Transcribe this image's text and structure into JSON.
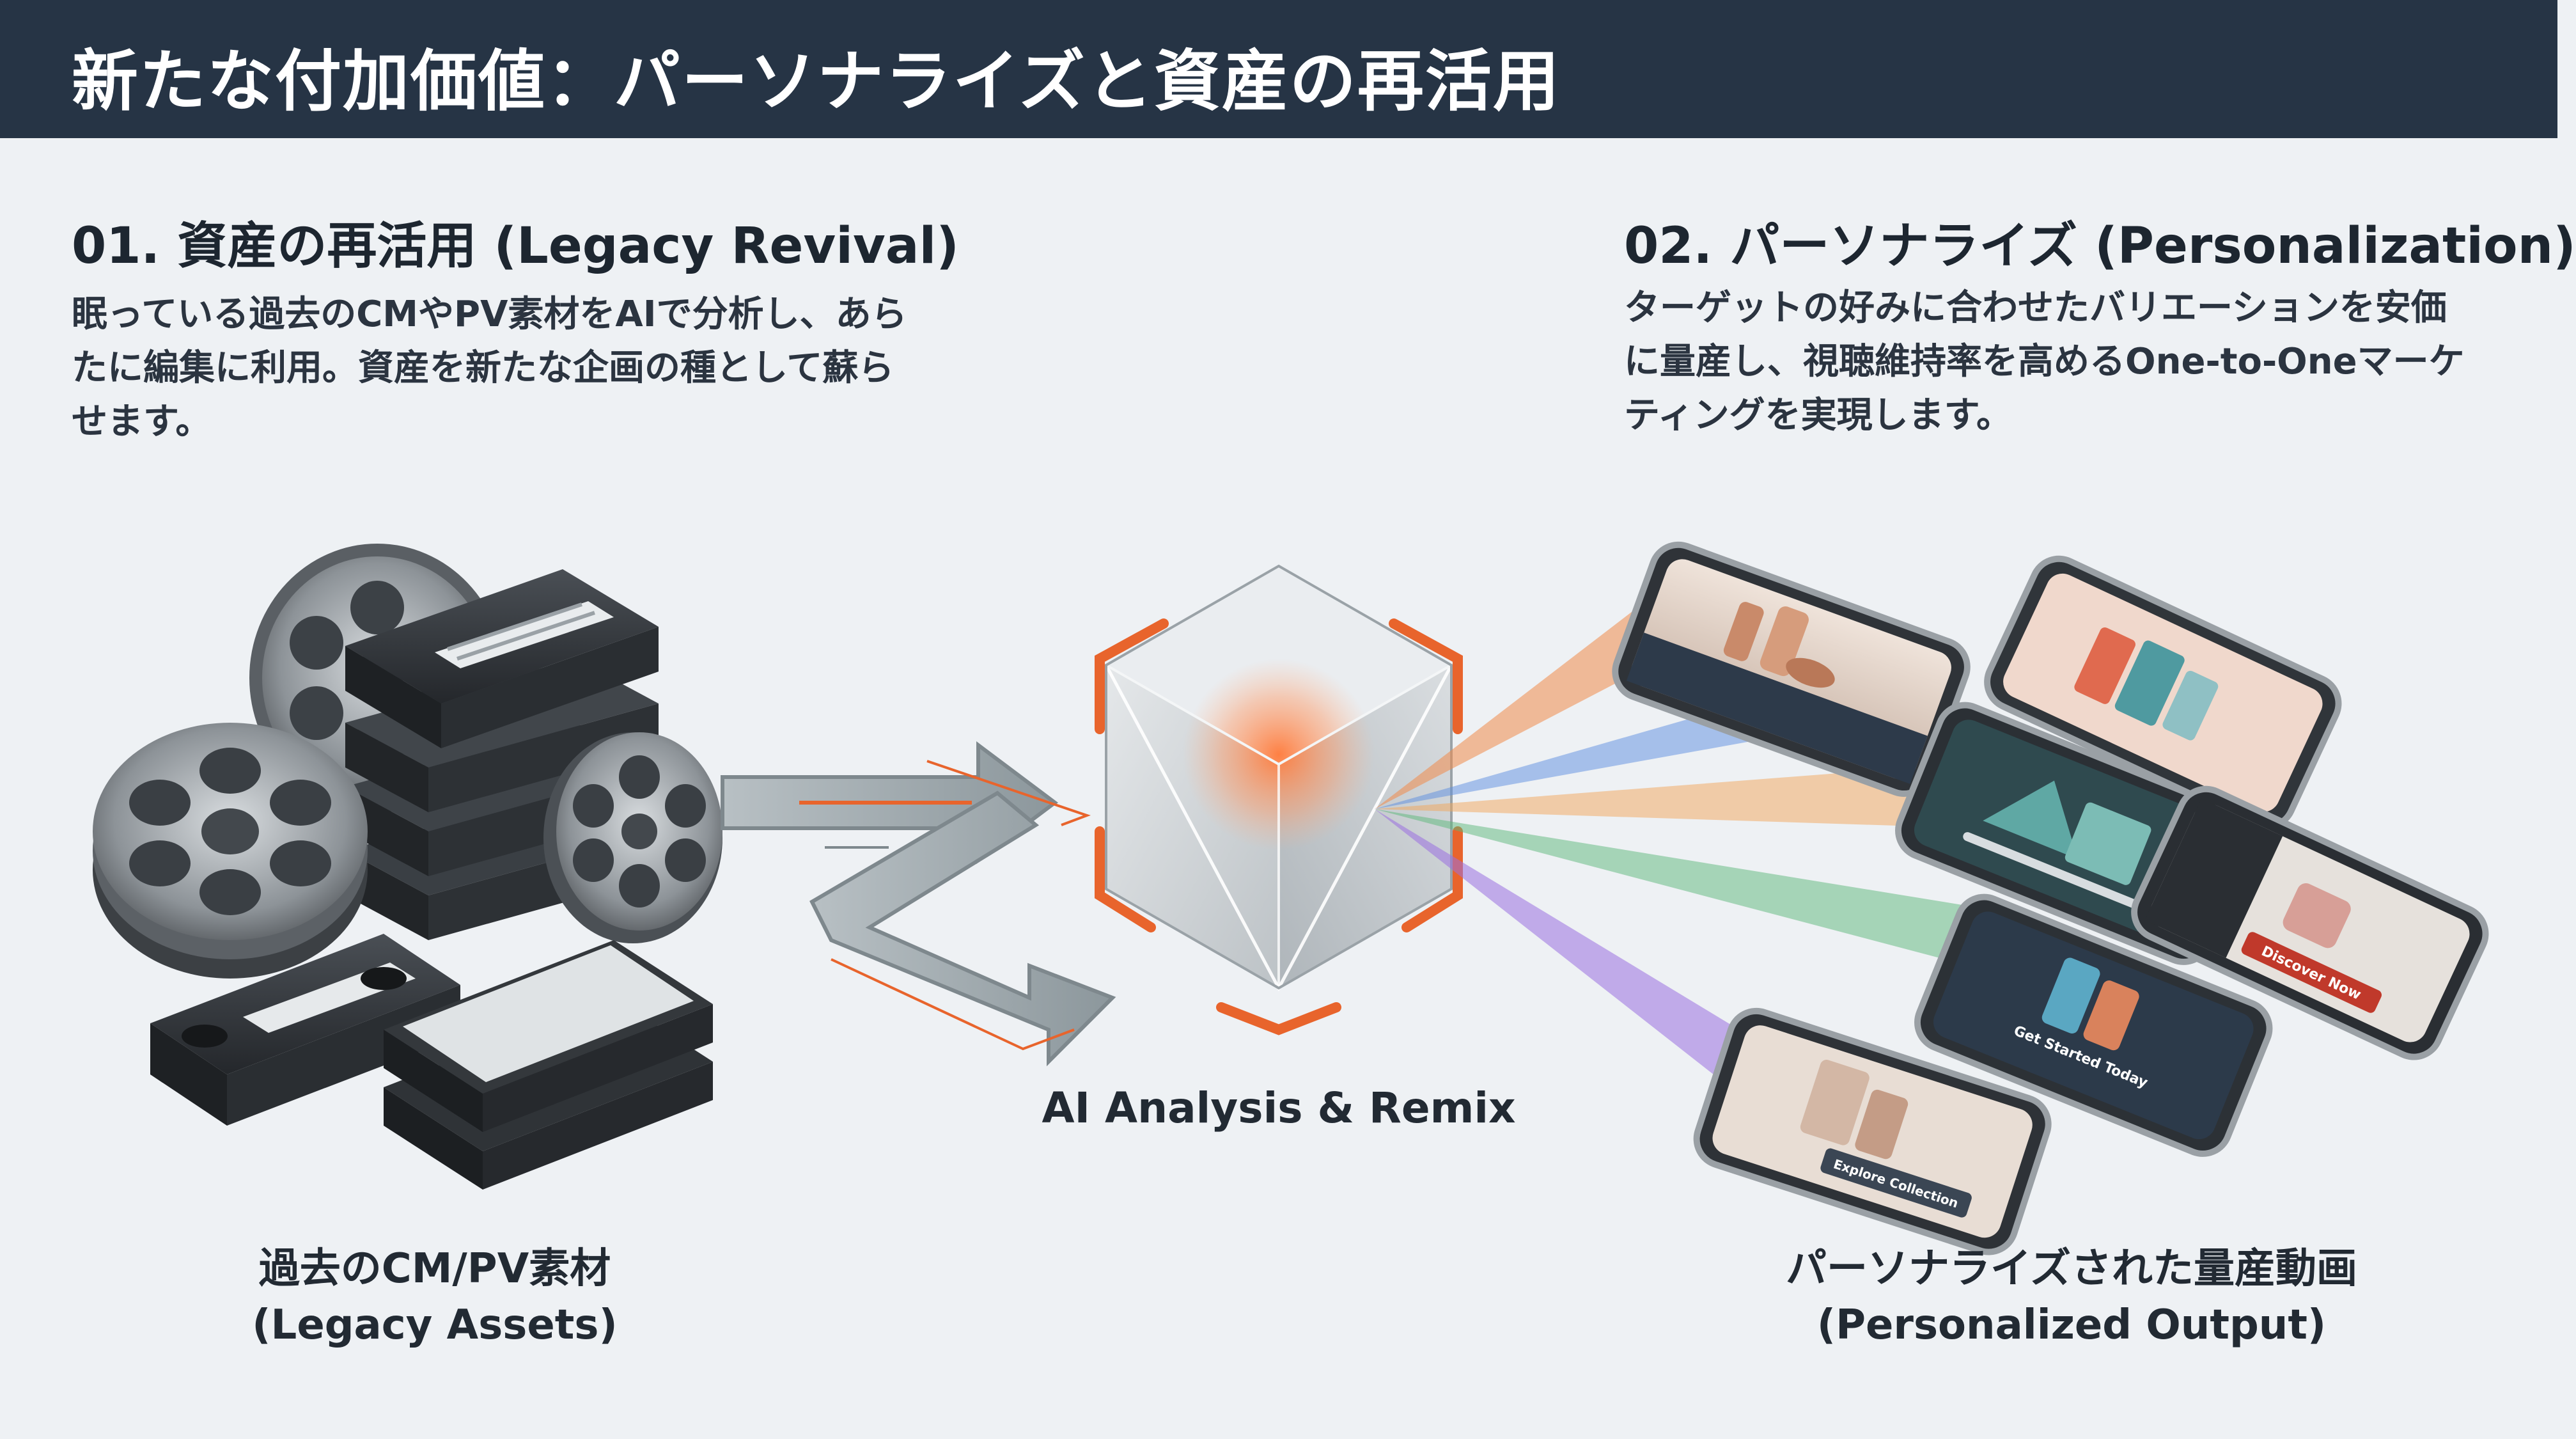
{
  "header": {
    "title": "新たな付加価値：パーソナライズと資産の再活用"
  },
  "section_left": {
    "heading": "01. 資産の再活用 (Legacy Revival)",
    "body_lines": [
      "眠っている過去のCMやPV素材をAIで分析し、あら",
      "たに編集に利用。資産を新たな企画の種として蘇ら",
      "せます。"
    ]
  },
  "section_right": {
    "heading": "02. パーソナライズ (Personalization)",
    "body_lines": [
      "ターゲットの好みに合わせたバリエーションを安価",
      "に量産し、視聴維持率を高めるOne-to-Oneマーケ",
      "ティングを実現します。"
    ]
  },
  "diagram": {
    "center_label": "AI Analysis & Remix",
    "left_caption": [
      "過去のCM/PV素材",
      "(Legacy Assets)"
    ],
    "right_caption": [
      "パーソナライズされた量産動画",
      "(Personalized Output)"
    ],
    "phone_screen_texts": [
      "Discover Now",
      "Get Started Today",
      "Explore Collection"
    ],
    "beam_colors": [
      "#f08a4b",
      "#5b8de0",
      "#f2a65a",
      "#5cb87a",
      "#9a6fe0"
    ],
    "accent_color": "#e8642c"
  }
}
